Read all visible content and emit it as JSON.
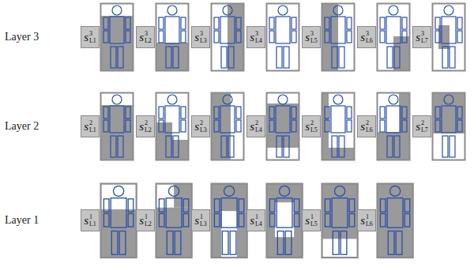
{
  "diagram": {
    "nodes": [
      {
        "text": [
          "s",
          "3",
          "L1"
        ]
      },
      {
        "text": [
          "s",
          "3",
          "L2"
        ]
      },
      {
        "text": [
          "s",
          "3",
          "L3"
        ]
      },
      {
        "text": [
          "s",
          "3",
          "L4"
        ]
      },
      {
        "text": [
          "s",
          "3",
          "L5"
        ]
      },
      {
        "text": [
          "s",
          "3",
          "L6"
        ]
      },
      {
        "text": [
          "s",
          "3",
          "L7"
        ]
      },
      {
        "text": [
          "s",
          "2",
          "L1"
        ]
      },
      {
        "text": [
          "s",
          "2",
          "L2"
        ]
      },
      {
        "text": [
          "s",
          "2",
          "L3"
        ]
      },
      {
        "text": [
          "s",
          "2",
          "L4"
        ]
      },
      {
        "text": [
          "s",
          "2",
          "L5"
        ]
      },
      {
        "text": [
          "s",
          "2",
          "L6"
        ]
      },
      {
        "text": [
          "s",
          "2",
          "L7"
        ]
      },
      {
        "text": [
          "s",
          "1",
          "L1"
        ]
      },
      {
        "text": [
          "s",
          "1",
          "L2"
        ]
      },
      {
        "text": [
          "s",
          "1",
          "L3"
        ]
      },
      {
        "text": [
          "s",
          "1",
          "L4"
        ]
      },
      {
        "text": [
          "s",
          "1",
          "L5"
        ]
      },
      {
        "text": [
          "s",
          "1",
          "L6"
        ]
      }
    ],
    "labels": [
      "Layer 3",
      "Layer 2",
      "Layer 1"
    ]
  }
}
